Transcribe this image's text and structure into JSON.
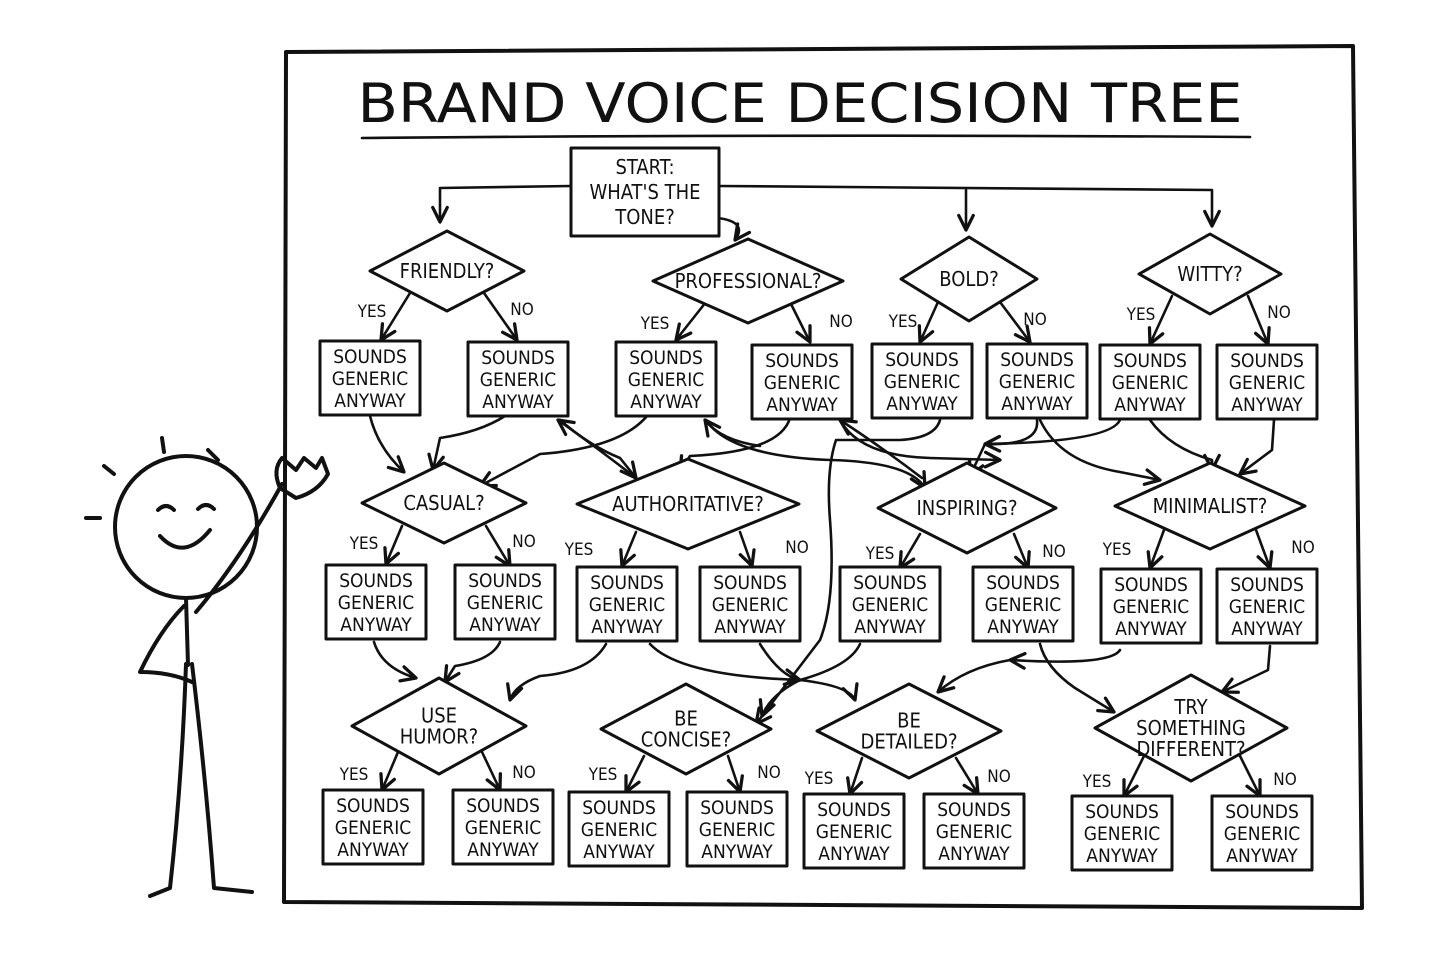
{
  "title": "BRAND VOICE DECISION TREE",
  "start": [
    "START:",
    "WHAT'S THE",
    "TONE?"
  ],
  "labels": {
    "yes": "YES",
    "no": "NO"
  },
  "answer": [
    "SOUNDS",
    "GENERIC",
    "ANYWAY"
  ],
  "questions": [
    {
      "id": "q1",
      "text": [
        "FRIENDLY?"
      ]
    },
    {
      "id": "q2",
      "text": [
        "PROFESSIONAL?"
      ]
    },
    {
      "id": "q3",
      "text": [
        "BOLD?"
      ]
    },
    {
      "id": "q4",
      "text": [
        "WITTY?"
      ]
    },
    {
      "id": "q5",
      "text": [
        "CASUAL?"
      ]
    },
    {
      "id": "q6",
      "text": [
        "AUTHORITATIVE?"
      ]
    },
    {
      "id": "q7",
      "text": [
        "INSPIRING?"
      ]
    },
    {
      "id": "q8",
      "text": [
        "MINIMALIST?"
      ]
    },
    {
      "id": "q9",
      "text": [
        "USE",
        "HUMOR?"
      ]
    },
    {
      "id": "q10",
      "text": [
        "BE",
        "CONCISE?"
      ]
    },
    {
      "id": "q11",
      "text": [
        "BE",
        "DETAILED?"
      ]
    },
    {
      "id": "q12",
      "text": [
        "TRY",
        "SOMETHING",
        "DIFFERENT?"
      ]
    }
  ]
}
